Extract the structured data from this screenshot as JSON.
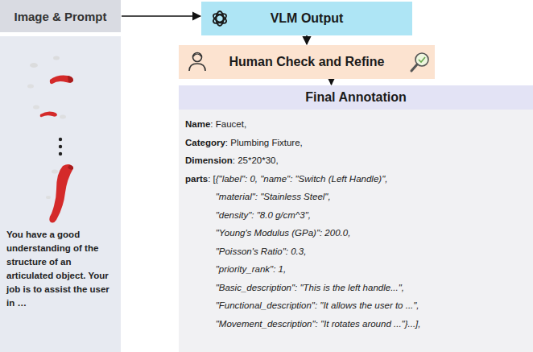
{
  "diagram": {
    "nodes": [
      {
        "text": [
          "Image & Prompt"
        ]
      },
      {
        "text": [
          "You have a good understanding of the structure of an articulated object. Your job is to assist the user in …"
        ]
      },
      {
        "text": [
          "VLM Output"
        ]
      },
      {
        "text": [
          "Human Check and Refine"
        ]
      },
      {
        "text": [
          "Final Annotation",
          "Name",
          ": Faucet,",
          "Category",
          ": Plumbing Fixture,",
          "Dimension",
          ": 25*20*30,",
          "parts",
          ": [",
          "{\"label\": 0, \"name\": \"Switch (Left Handle)\",",
          "\"material\": \"Stainless Steel\",",
          "\"density\": \"8.0 g/cm^3\",",
          "\"Young's Modulus (GPa)\": 200.0,",
          "\"Poisson's Ratio\": 0.3,",
          "\"priority_rank\": 1,",
          "\"Basic_description\": \"This is the left handle...\",",
          "\"Functional_description\": \"It allows the user to ...\",",
          "\"Movement_description\": \"It rotates around ...\"}...],"
        ]
      }
    ],
    "edges": [
      {
        "from": 0,
        "to": 2,
        "arrow": "to"
      },
      {
        "from": 2,
        "to": 3,
        "arrow": "to"
      },
      {
        "from": 3,
        "to": 4,
        "arrow": "to"
      }
    ]
  }
}
